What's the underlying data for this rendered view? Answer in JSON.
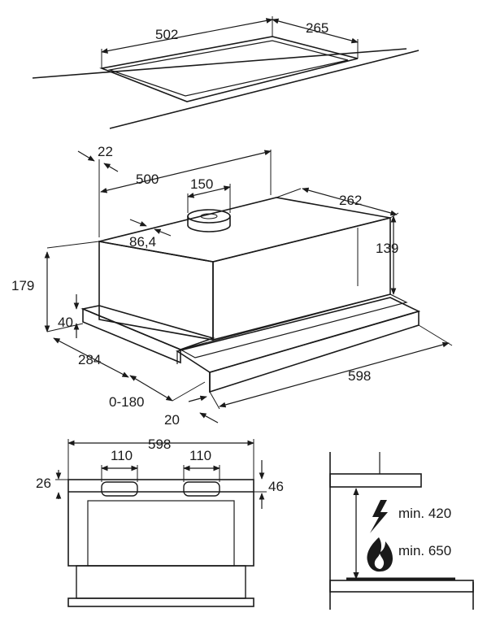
{
  "top_view": {
    "width": "502",
    "depth": "265"
  },
  "iso_view": {
    "offset_top": "22",
    "box_width": "500",
    "outlet_diameter": "150",
    "box_depth": "262",
    "outlet_offset": "86,4",
    "box_height": "139",
    "total_height": "179",
    "frame_height": "40",
    "depth": "284",
    "pull_out": "0-180",
    "front_thickness": "20",
    "total_width": "598"
  },
  "front_view": {
    "total_width": "598",
    "slot_left_width": "110",
    "slot_right_width": "110",
    "top_offset": "26",
    "right_offset": "46"
  },
  "install_view": {
    "min_electric": "min. 420",
    "min_gas": "min. 650",
    "electric_icon": "lightning-icon",
    "gas_icon": "flame-icon"
  }
}
